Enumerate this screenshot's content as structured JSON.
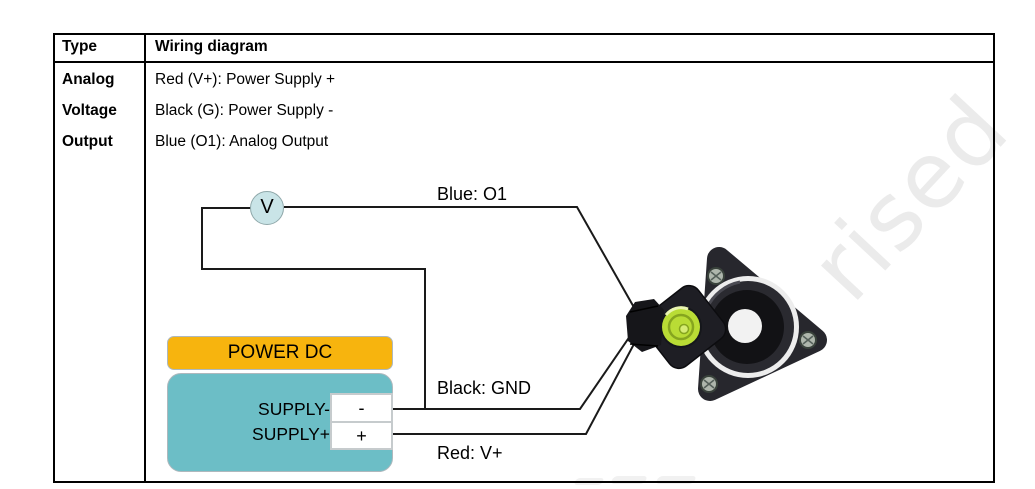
{
  "table": {
    "header": {
      "type": "Type",
      "wiring": "Wiring diagram"
    },
    "row": {
      "type_lines": [
        "Analog",
        "Voltage",
        "Output"
      ],
      "wiring_lines": [
        "Red (V+): Power Supply +",
        "Black (G): Power Supply -",
        "Blue (O1): Analog Output"
      ]
    }
  },
  "diagram": {
    "voltmeter_label": "V",
    "labels": {
      "blue": "Blue: O1",
      "black": "Black: GND",
      "red": "Red: V+"
    },
    "power_box_label": "POWER DC",
    "supply_minus_label": "SUPPLY-",
    "supply_plus_label": "SUPPLY+",
    "terminal_minus": "-",
    "terminal_plus": "+",
    "icons": {
      "voltmeter": "voltmeter-circle-icon",
      "sensor": "solar-radiation-sensor-photo"
    },
    "colors": {
      "power_box": "#F7B40E",
      "supply_box": "#6CBEC6",
      "voltmeter_fill": "#C9E4E7",
      "wire": "#1A1A1A",
      "sensor_level_green": "#B9DC35",
      "table_border": "#000000"
    }
  },
  "watermark": {
    "text": "rised",
    "color": "#EBEBEB"
  }
}
